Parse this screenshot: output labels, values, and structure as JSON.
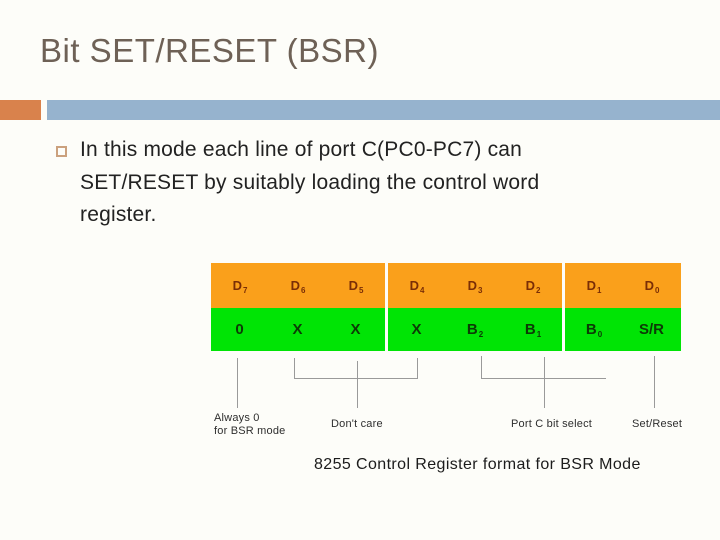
{
  "slide": {
    "title": "Bit SET/RESET (BSR)",
    "bullet": {
      "lines": [
        "In this mode each line of port C(PC0-PC7) can",
        "SET/RESET by suitably loading the control word",
        "register."
      ]
    }
  },
  "register_table": {
    "bit_row": [
      {
        "label": "D",
        "sub": "7"
      },
      {
        "label": "D",
        "sub": "6"
      },
      {
        "label": "D",
        "sub": "5"
      },
      {
        "label": "D",
        "sub": "4"
      },
      {
        "label": "D",
        "sub": "3"
      },
      {
        "label": "D",
        "sub": "2"
      },
      {
        "label": "D",
        "sub": "1"
      },
      {
        "label": "D",
        "sub": "0"
      }
    ],
    "value_row": [
      {
        "label": "0",
        "sub": ""
      },
      {
        "label": "X",
        "sub": ""
      },
      {
        "label": "X",
        "sub": ""
      },
      {
        "label": "X",
        "sub": ""
      },
      {
        "label": "B",
        "sub": "2"
      },
      {
        "label": "B",
        "sub": "1"
      },
      {
        "label": "B",
        "sub": "0"
      },
      {
        "label": "S/R",
        "sub": ""
      }
    ]
  },
  "annotations": {
    "always0_line1": "Always 0",
    "always0_line2": "for BSR mode",
    "dont_care": "Don't care",
    "port_c": "Port C bit select",
    "set_reset": "Set/Reset",
    "caption": "8255 Control Register format for BSR Mode"
  },
  "colors": {
    "title_text": "#6e6156",
    "accent_orange": "#d9824c",
    "accent_blue": "#96b3ce",
    "table_bit_row_bg": "#faa01b",
    "table_value_row_bg": "#00e405"
  }
}
